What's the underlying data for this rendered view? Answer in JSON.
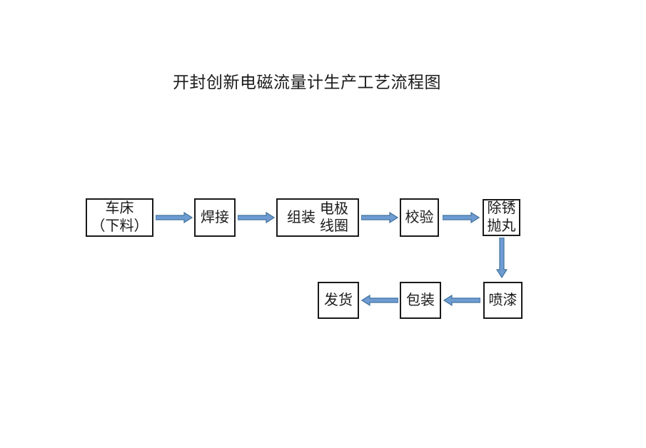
{
  "title": "开封创新电磁流量计生产工艺流程图",
  "colors": {
    "arrow_fill": "#6E9CD2",
    "arrow_stroke": "#41719C",
    "box_border": "#1A1A1A",
    "text": "#1A1A1A",
    "background": "#FFFFFF"
  },
  "boxes": {
    "lathe": {
      "line1": "车床",
      "line2": "（下料）"
    },
    "weld": {
      "label": "焊接"
    },
    "assemble": {
      "label": "组装",
      "part_line1": "电极",
      "part_line2": "线圈"
    },
    "verify": {
      "label": "校验"
    },
    "derust": {
      "line1": "除锈",
      "line2": "抛丸"
    },
    "paint": {
      "label": "喷漆"
    },
    "pack": {
      "label": "包装"
    },
    "ship": {
      "label": "发货"
    }
  },
  "arrows": [
    {
      "from": "lathe",
      "to": "weld",
      "direction": "right"
    },
    {
      "from": "weld",
      "to": "assemble",
      "direction": "right"
    },
    {
      "from": "assemble",
      "to": "verify",
      "direction": "right"
    },
    {
      "from": "verify",
      "to": "derust",
      "direction": "right"
    },
    {
      "from": "derust",
      "to": "paint",
      "direction": "down"
    },
    {
      "from": "paint",
      "to": "pack",
      "direction": "left"
    },
    {
      "from": "pack",
      "to": "ship",
      "direction": "left"
    }
  ]
}
